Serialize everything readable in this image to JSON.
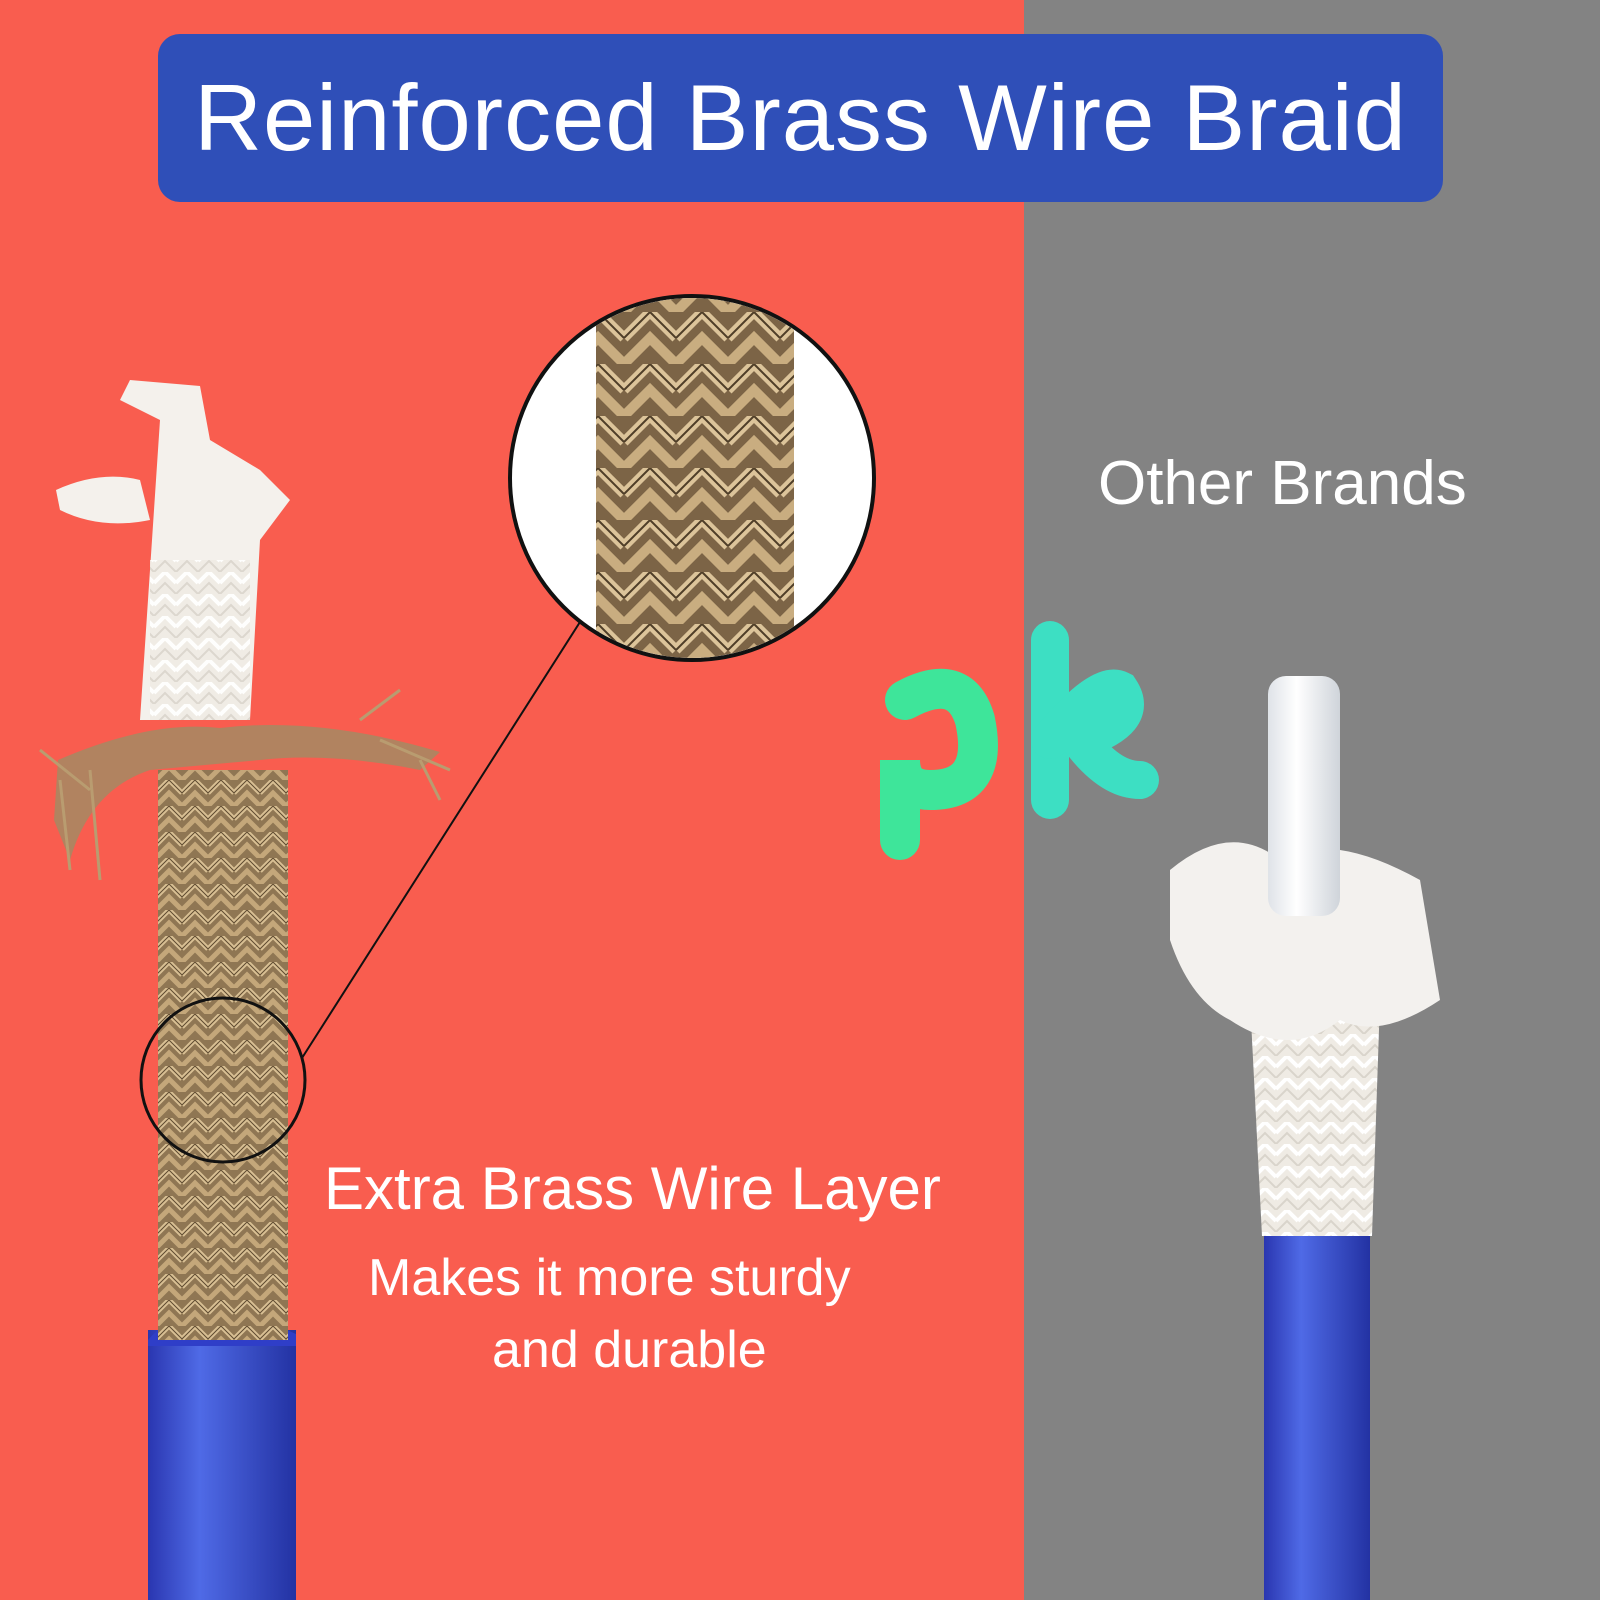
{
  "banner": {
    "title": "Reinforced Brass Wire Braid"
  },
  "left_panel": {
    "heading": "Extra Brass Wire Layer",
    "description_line1": "Makes it more sturdy",
    "description_line2": "and durable"
  },
  "right_panel": {
    "label": "Other Brands"
  },
  "versus_mark": "pk",
  "colors": {
    "left_background": "#f95d4f",
    "right_background": "#838383",
    "banner": "#2f4fb8",
    "hose_blue": "#2c3fc4",
    "brass": "#a88a62",
    "fiber_white": "#f4f1ec",
    "pk_green": "#3ee59a"
  }
}
